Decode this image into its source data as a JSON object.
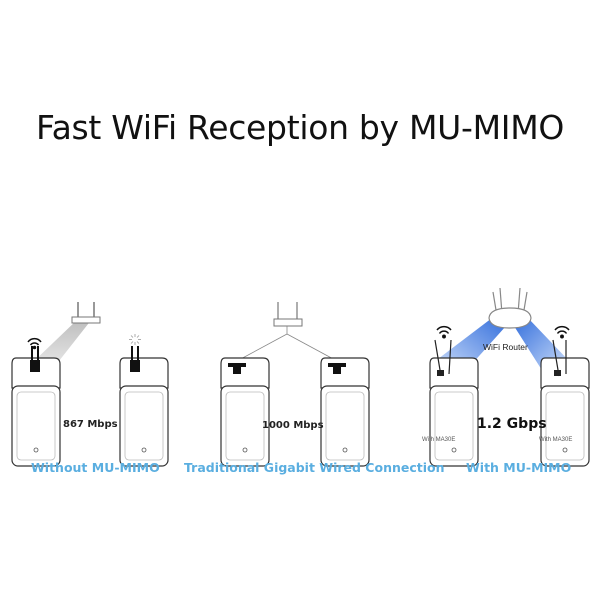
{
  "title": "Fast WiFi Reception by MU-MIMO",
  "panels": [
    {
      "caption": "Without MU-MIMO",
      "speed": "867 Mbps"
    },
    {
      "caption": "Traditional Gigabit Wired Connection",
      "speed": "1000 Mbps"
    },
    {
      "caption": "With MU-MIMO",
      "speed": "1.2 Gbps",
      "router_label": "WiFi Router",
      "device_labels": [
        "With MA30E",
        "With MA30E"
      ]
    }
  ],
  "colors": {
    "caption": "#5aaee0",
    "beam_blue": "#2f6fe0",
    "beam_gray": "#c8c8c8"
  },
  "icons": [
    "wifi-icon",
    "no-signal-icon",
    "router-icon",
    "powerline-adapter-icon"
  ]
}
